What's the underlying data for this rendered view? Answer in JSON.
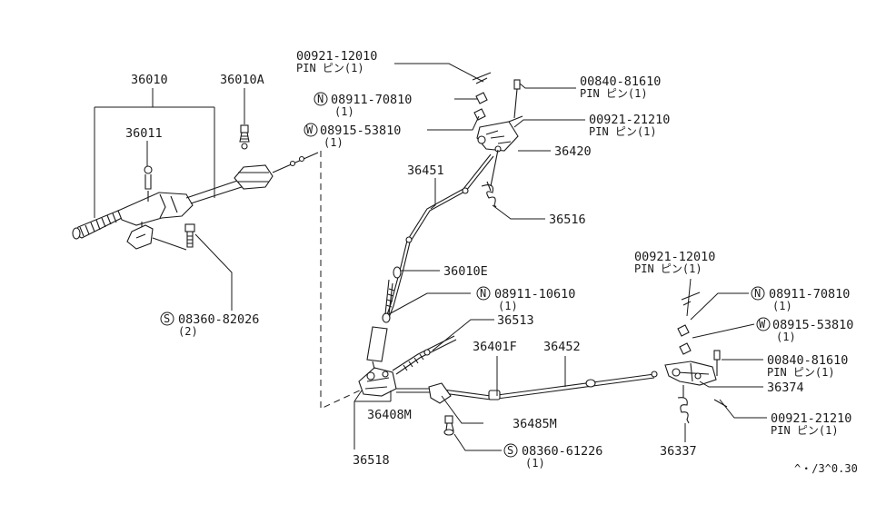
{
  "diagram": {
    "part_numbers": {
      "lever_assy": "36010",
      "lever_grip": "36011",
      "lever_bolt": "36010A",
      "front_cable": "36451",
      "cable_equalizer": "36010E",
      "return_spring_upper": "36516",
      "bracket_upper": "36420",
      "adjuster_cable": "36513",
      "clamp_assy": "36401F",
      "rear_cable": "36452",
      "equalizer": "36408M",
      "bracket_lower": "36518",
      "clip": "36485M",
      "rear_lever": "36374",
      "rear_spring": "36337"
    },
    "fasteners": {
      "pin_top": {
        "code": "00921-12010",
        "desc": "PIN ピン(1)"
      },
      "nut_top": {
        "prefix": "N",
        "code": "08911-70810",
        "qty": "(1)"
      },
      "washer_top": {
        "prefix": "W",
        "code": "08915-53810",
        "qty": "(1)"
      },
      "pin_upper_right_a": {
        "code": "00840-81610",
        "desc": "PIN ピン(1)"
      },
      "pin_upper_right_b": {
        "code": "00921-21210",
        "desc": "PIN ピン(1)"
      },
      "screw_left": {
        "prefix": "S",
        "code": "08360-82026",
        "qty": "(2)"
      },
      "nut_mid": {
        "prefix": "N",
        "code": "08911-10610",
        "qty": "(1)"
      },
      "pin_right": {
        "code": "00921-12010",
        "desc": "PIN ピン(1)"
      },
      "nut_right": {
        "prefix": "N",
        "code": "08911-70810",
        "qty": "(1)"
      },
      "washer_right": {
        "prefix": "W",
        "code": "08915-53810",
        "qty": "(1)"
      },
      "pin_right_a": {
        "code": "00840-81610",
        "desc": "PIN ピン(1)"
      },
      "pin_right_b": {
        "code": "00921-21210",
        "desc": "PIN ピン(1)"
      },
      "screw_bottom": {
        "prefix": "S",
        "code": "08360-61226",
        "qty": "(1)"
      }
    },
    "page_code": "^・/3^0.30"
  }
}
